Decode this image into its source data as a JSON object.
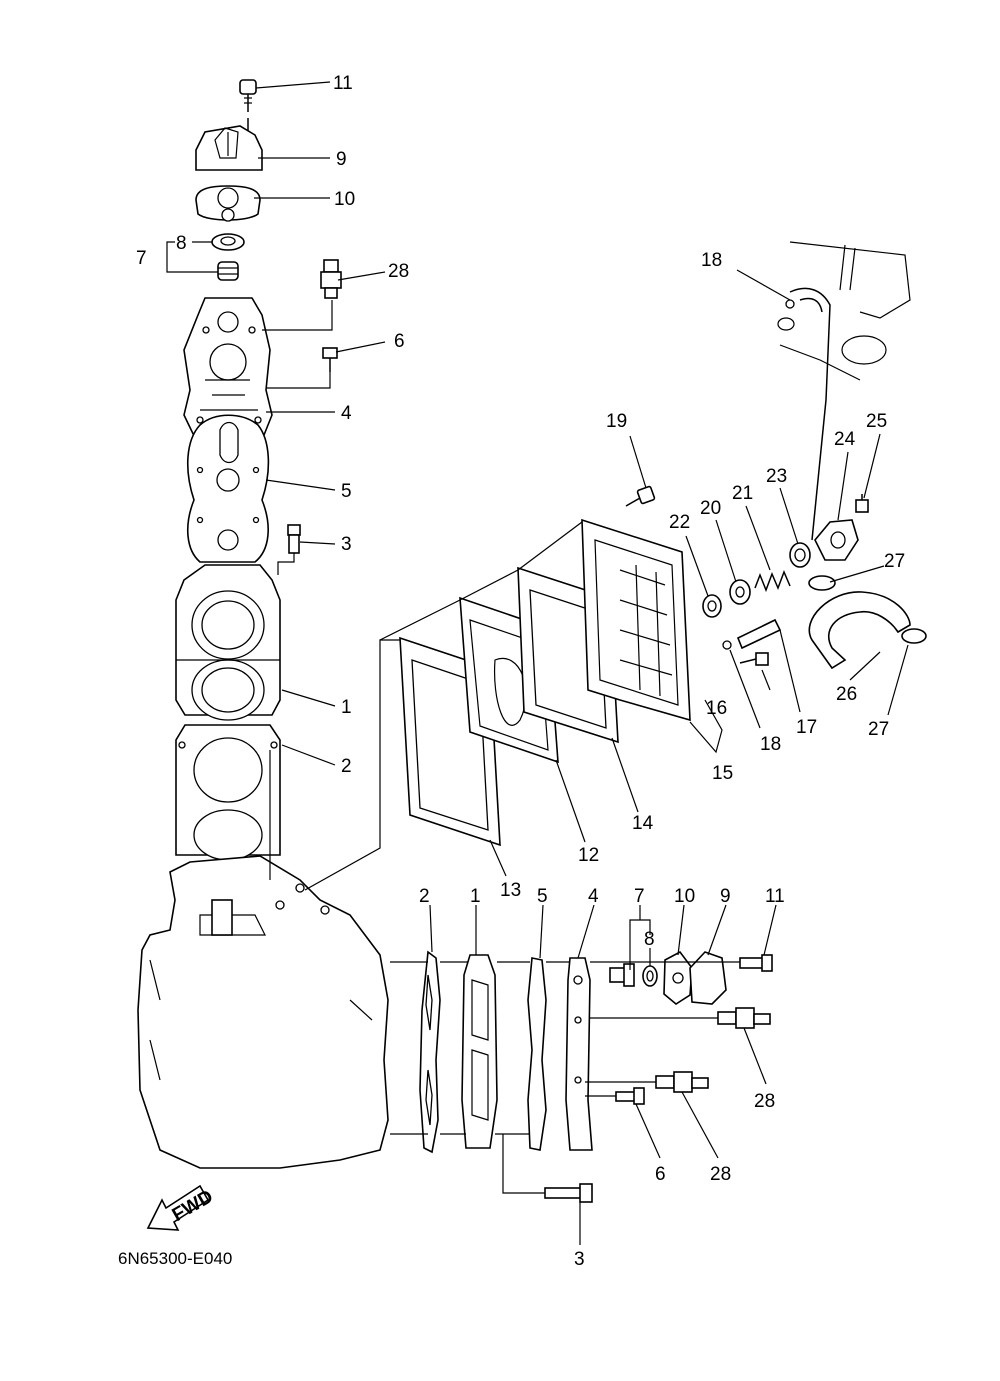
{
  "diagram_code": "6N65300-E040",
  "fwd_label": "FWD",
  "callouts": {
    "top_11": "11",
    "top_9": "9",
    "top_10": "10",
    "top_8": "8",
    "top_7": "7",
    "top_28": "28",
    "top_6": "6",
    "top_4": "4",
    "top_5": "5",
    "top_3": "3",
    "top_1": "1",
    "top_2": "2",
    "r_18a": "18",
    "r_19": "19",
    "r_22": "22",
    "r_20": "20",
    "r_21": "21",
    "r_23": "23",
    "r_24": "24",
    "r_25": "25",
    "r_27a": "27",
    "r_26": "26",
    "r_27b": "27",
    "r_16": "16",
    "r_18b": "18",
    "r_17": "17",
    "r_15": "15",
    "r_14": "14",
    "r_12": "12",
    "r_13": "13",
    "b_2": "2",
    "b_1": "1",
    "b_5": "5",
    "b_4": "4",
    "b_7": "7",
    "b_8": "8",
    "b_10": "10",
    "b_9": "9",
    "b_11": "11",
    "b_28a": "28",
    "b_6": "6",
    "b_28b": "28",
    "b_3": "3"
  }
}
